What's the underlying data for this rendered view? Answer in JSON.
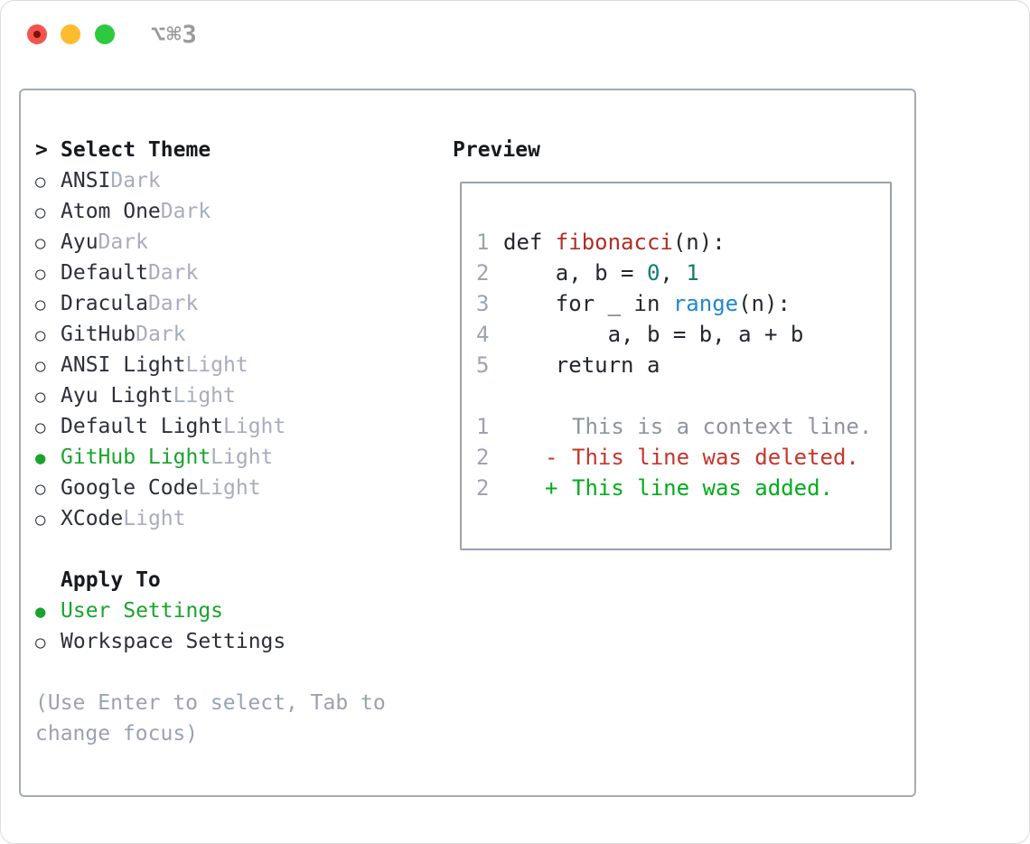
{
  "window": {
    "title": "⌥⌘3"
  },
  "theme_panel": {
    "prompt": ">",
    "title": "Select Theme",
    "themes": [
      {
        "bullet": "○",
        "name": "ANSI",
        "variant": "Dark",
        "selected": false
      },
      {
        "bullet": "○",
        "name": "Atom One",
        "variant": "Dark",
        "selected": false
      },
      {
        "bullet": "○",
        "name": "Ayu",
        "variant": "Dark",
        "selected": false
      },
      {
        "bullet": "○",
        "name": "Default",
        "variant": "Dark",
        "selected": false
      },
      {
        "bullet": "○",
        "name": "Dracula",
        "variant": "Dark",
        "selected": false
      },
      {
        "bullet": "○",
        "name": "GitHub",
        "variant": "Dark",
        "selected": false
      },
      {
        "bullet": "○",
        "name": "ANSI Light",
        "variant": "Light",
        "selected": false
      },
      {
        "bullet": "○",
        "name": "Ayu Light",
        "variant": "Light",
        "selected": false
      },
      {
        "bullet": "○",
        "name": "Default Light",
        "variant": "Light",
        "selected": false
      },
      {
        "bullet": "●",
        "name": "GitHub Light",
        "variant": "Light",
        "selected": true
      },
      {
        "bullet": "○",
        "name": "Google Code",
        "variant": "Light",
        "selected": false
      },
      {
        "bullet": "○",
        "name": "XCode",
        "variant": "Light",
        "selected": false
      }
    ],
    "apply_to": {
      "title": "Apply To",
      "options": [
        {
          "bullet": "●",
          "label": "User Settings",
          "selected": true
        },
        {
          "bullet": "○",
          "label": "Workspace Settings",
          "selected": false
        }
      ]
    },
    "help_lines": [
      "(Use Enter to select, Tab to",
      "change focus)"
    ]
  },
  "preview": {
    "title": "Preview",
    "code_lines": [
      {
        "num": "1",
        "tokens": [
          {
            "t": "def ",
            "c": "base"
          },
          {
            "t": "fibonacci",
            "c": "func"
          },
          {
            "t": "(n):",
            "c": "base"
          }
        ]
      },
      {
        "num": "2",
        "tokens": [
          {
            "t": "    a, b = ",
            "c": "base"
          },
          {
            "t": "0",
            "c": "num"
          },
          {
            "t": ", ",
            "c": "base"
          },
          {
            "t": "1",
            "c": "num"
          }
        ]
      },
      {
        "num": "3",
        "tokens": [
          {
            "t": "    for _ in ",
            "c": "base"
          },
          {
            "t": "range",
            "c": "builtin"
          },
          {
            "t": "(n):",
            "c": "base"
          }
        ]
      },
      {
        "num": "4",
        "tokens": [
          {
            "t": "        a, b = b, a + b",
            "c": "base"
          }
        ]
      },
      {
        "num": "5",
        "tokens": [
          {
            "t": "    return a",
            "c": "base"
          }
        ]
      }
    ],
    "diff_lines": [
      {
        "num": "1",
        "marker": " ",
        "text": "This is a context line.",
        "kind": "context"
      },
      {
        "num": "2",
        "marker": "-",
        "text": "This line was deleted.",
        "kind": "deleted"
      },
      {
        "num": "2",
        "marker": "+",
        "text": "This line was added.",
        "kind": "added"
      }
    ]
  },
  "colors": {
    "accent_green": "#19a42c",
    "added_green": "#01ab1d",
    "deleted_red": "#c5352c",
    "context_gray": "#8d959d",
    "function_red": "#b02e26",
    "builtin_blue": "#1f87d2",
    "number_teal": "#0e7d75",
    "muted_gray": "#a5aebc",
    "line_number_gray": "#9aa4b2",
    "text_dark": "#23282e",
    "panel_border": "#a3abb7",
    "traffic_red": "#f5544d",
    "traffic_yellow": "#fcbc2f",
    "traffic_green": "#2dc93e"
  }
}
